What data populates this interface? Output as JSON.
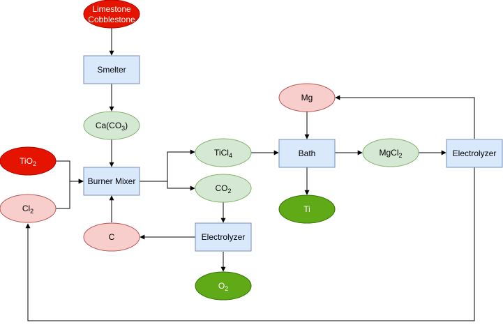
{
  "nodes": {
    "limestone": {
      "line1": "Limestone",
      "line2": "Cobblestone"
    },
    "smelter": {
      "label": "Smelter"
    },
    "caco3": {
      "pre": "Ca(CO",
      "sub": "3",
      "post": ")"
    },
    "tio2": {
      "pre": "TiO",
      "sub": "2"
    },
    "cl2": {
      "pre": "Cl",
      "sub": "2"
    },
    "burner_mixer": {
      "label": "Burner Mixer"
    },
    "c": {
      "label": "C"
    },
    "ticl4": {
      "pre": "TiCl",
      "sub": "4"
    },
    "co2": {
      "pre": "CO",
      "sub": "2"
    },
    "electrolyzer_mid": {
      "label": "Electrolyzer"
    },
    "o2": {
      "pre": "O",
      "sub": "2"
    },
    "mg": {
      "label": "Mg"
    },
    "bath": {
      "label": "Bath"
    },
    "ti": {
      "label": "Ti"
    },
    "mgcl2": {
      "pre": "MgCl",
      "sub": "2"
    },
    "electrolyzer_right": {
      "label": "Electrolyzer"
    }
  },
  "colors": {
    "box_fill": "#dae8fc",
    "box_stroke": "#6c8ebf",
    "red_fill": "#e51400",
    "pink_fill": "#f8cecc",
    "light_green_fill": "#d5e8d4",
    "dark_green_fill": "#60a917",
    "edge": "#000000"
  }
}
